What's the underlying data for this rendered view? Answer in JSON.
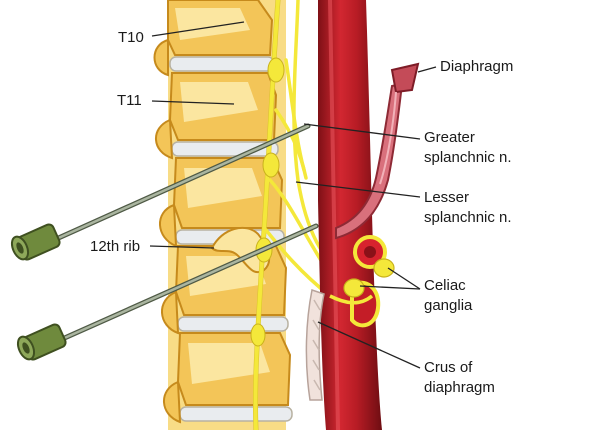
{
  "labels": {
    "t10": "T10",
    "t11": "T11",
    "rib12": "12th rib",
    "diaphragm": "Diaphragm",
    "greater_line1": "Greater",
    "greater_line2": "splanchnic n.",
    "lesser_line1": "Lesser",
    "lesser_line2": "splanchnic n.",
    "celiac_line1": "Celiac",
    "celiac_line2": "ganglia",
    "crus_line1": "Crus of",
    "crus_line2": "diaphragm"
  },
  "colors": {
    "vertebra": "#f3c558",
    "vertebra_light": "#fbe6a0",
    "vertebra_dark": "#c68a1c",
    "disc": "#e9ecef",
    "nerve": "#f4e83a",
    "aorta": "#c8202a",
    "aorta_dark": "#7e1016",
    "diaphragm": "#d9707c",
    "needle": "#8c9b80",
    "needle_hub": "#6f8a3d",
    "leader": "#222222"
  }
}
